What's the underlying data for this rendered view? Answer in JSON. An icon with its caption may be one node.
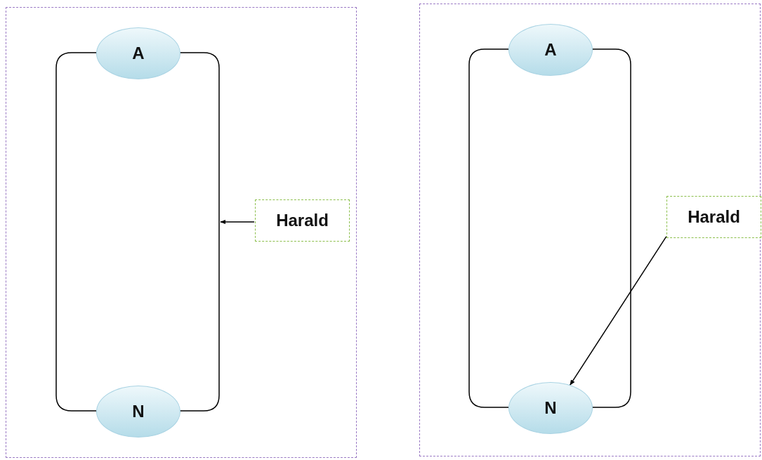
{
  "diagram": {
    "nodes": [
      {
        "text": [],
        "shape": "box"
      },
      {
        "text": [
          "A"
        ],
        "in": 0
      },
      {
        "text": [
          "N"
        ],
        "in": 0
      },
      {
        "text": [
          "Harald"
        ],
        "in": 0
      },
      {
        "text": [],
        "shape": "box"
      },
      {
        "text": [
          "A"
        ],
        "in": 4
      },
      {
        "text": [
          "N"
        ],
        "in": 4
      },
      {
        "text": [
          "Harald"
        ],
        "in": 4
      }
    ],
    "edges": [
      {
        "from": 1,
        "to": 2,
        "arrow": "none"
      },
      {
        "from": 1,
        "to": 2,
        "arrow": "none"
      },
      {
        "from": 3,
        "to": null,
        "arrow": "to"
      },
      {
        "from": 5,
        "to": 6,
        "arrow": "none"
      },
      {
        "from": 5,
        "to": 6,
        "arrow": "none"
      },
      {
        "from": 7,
        "to": 6,
        "arrow": "to"
      }
    ]
  }
}
